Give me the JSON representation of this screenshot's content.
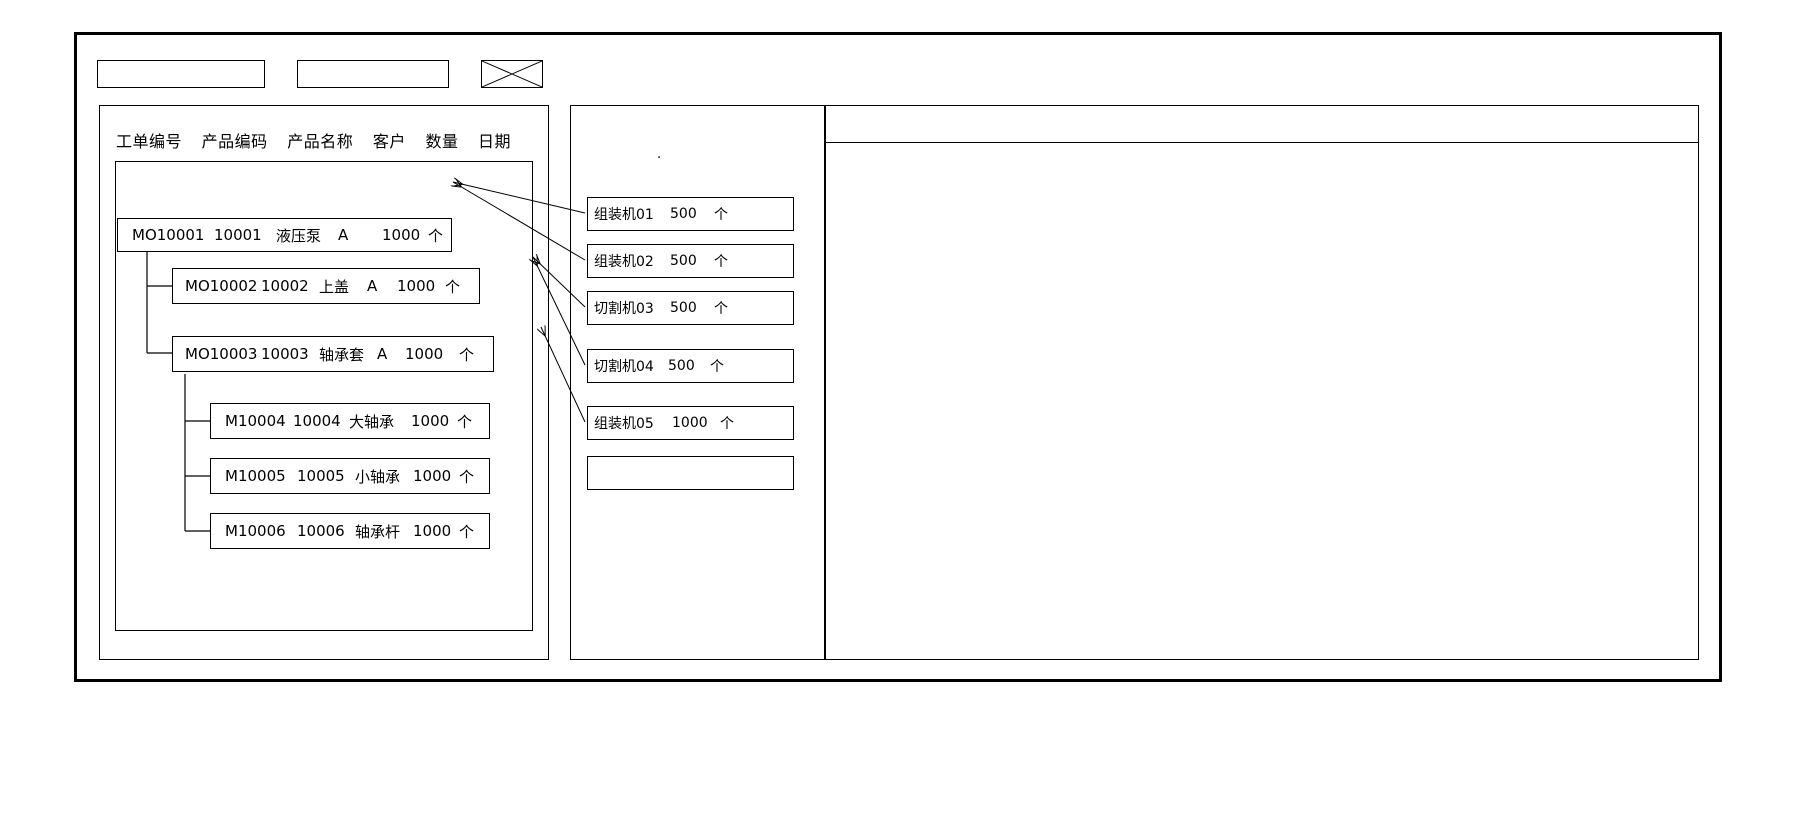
{
  "window": {
    "title_bar_present": true
  },
  "toolbar": {
    "field_1_value": "",
    "field_2_value": "",
    "image_placeholder_name": "crossed-box-image-placeholder"
  },
  "left_panel": {
    "name": "work-order-tree-panel",
    "column_headers": [
      "工单编号",
      "产品编码",
      "产品名称",
      "客户",
      "数量",
      "日期"
    ],
    "rows": [
      {
        "id": "MO10001",
        "level": 0,
        "order_no": "MO10001",
        "product_code": "10001",
        "product_name": "液压泵",
        "customer": "A",
        "quantity": "1000",
        "unit": "个"
      },
      {
        "id": "MO10002",
        "level": 1,
        "order_no": "MO10002",
        "product_code": "10002",
        "product_name": "上盖",
        "customer": "A",
        "quantity": "1000",
        "unit": "个"
      },
      {
        "id": "MO10003",
        "level": 1,
        "order_no": "MO10003",
        "product_code": "10003",
        "product_name": "轴承套",
        "customer": "A",
        "quantity": "1000",
        "unit": "个"
      },
      {
        "id": "M10004",
        "level": 2,
        "order_no": "M10004",
        "product_code": "10004",
        "product_name": "大轴承",
        "customer": "",
        "quantity": "1000",
        "unit": "个"
      },
      {
        "id": "M10005",
        "level": 2,
        "order_no": "M10005",
        "product_code": "10005",
        "product_name": "小轴承",
        "customer": "",
        "quantity": "1000",
        "unit": "个"
      },
      {
        "id": "M10006",
        "level": 2,
        "order_no": "M10006",
        "product_code": "10006",
        "product_name": "轴承杆",
        "customer": "",
        "quantity": "1000",
        "unit": "个"
      }
    ]
  },
  "mid_panel": {
    "name": "machine-assignment-panel",
    "marker": ".",
    "rows": [
      {
        "machine": "组装机01",
        "quantity": "500",
        "unit": "个"
      },
      {
        "machine": "组装机02",
        "quantity": "500",
        "unit": "个"
      },
      {
        "machine": "切割机03",
        "quantity": "500",
        "unit": "个"
      },
      {
        "machine": "切割机04",
        "quantity": "500",
        "unit": "个"
      },
      {
        "machine": "组装机05",
        "quantity": "1000",
        "unit": "个"
      },
      {
        "machine": "",
        "quantity": "",
        "unit": ""
      }
    ]
  },
  "right_panel": {
    "name": "detail-panel",
    "header_text": "",
    "body_text": ""
  },
  "colors": {
    "stroke": "#000000",
    "background": "#ffffff"
  }
}
